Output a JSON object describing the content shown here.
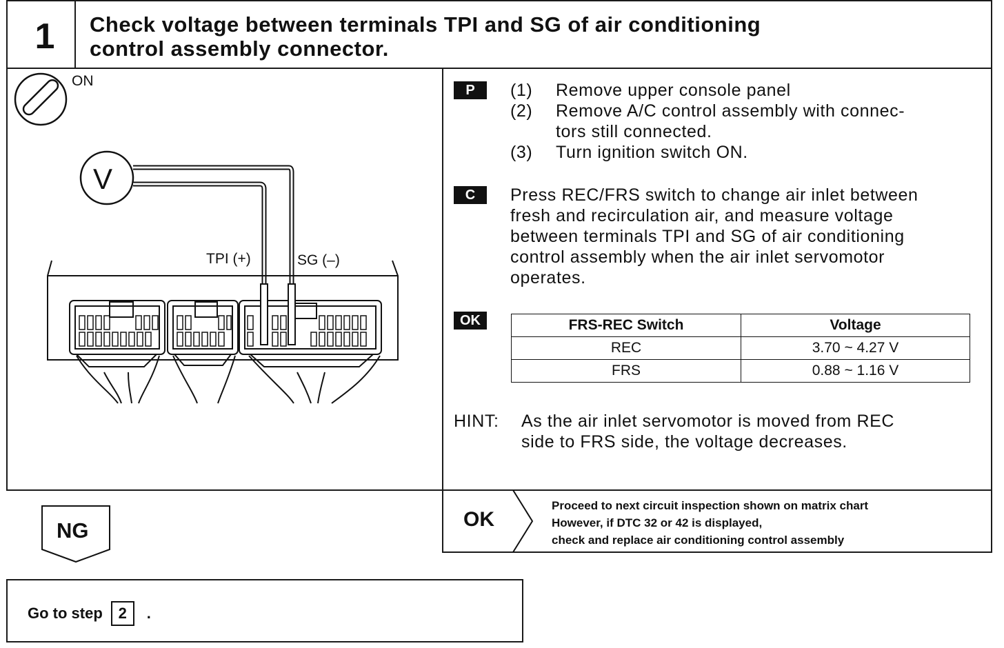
{
  "step": {
    "number": "1",
    "title_line1": "Check voltage between terminals TPI and SG of air conditioning",
    "title_line2": "control assembly connector."
  },
  "diagram": {
    "ignition_label": "ON",
    "meter_label": "V",
    "terminal_tpi": "TPI (+)",
    "terminal_sg": "SG (–)"
  },
  "prep": {
    "tag": "P",
    "steps": [
      {
        "num": "(1)",
        "text": "Remove upper console panel"
      },
      {
        "num": "(2)",
        "text": "Remove A/C control assembly with connec-"
      },
      {
        "num": "",
        "text": "tors still connected."
      },
      {
        "num": "(3)",
        "text": "Turn ignition switch ON."
      }
    ]
  },
  "check": {
    "tag": "C",
    "lines": [
      "Press REC/FRS switch to change air inlet between",
      "fresh and recirculation air, and measure voltage",
      "between terminals TPI and SG of air conditioning",
      "control assembly when the air inlet servomotor",
      "operates."
    ]
  },
  "ok_spec": {
    "tag": "OK",
    "headers": [
      "FRS-REC Switch",
      "Voltage"
    ],
    "rows": [
      [
        "REC",
        "3.70 ~ 4.27 V"
      ],
      [
        "FRS",
        "0.88 ~ 1.16 V"
      ]
    ]
  },
  "hint": {
    "label": "HINT:",
    "line1": "As the air inlet servomotor is moved from REC",
    "line2": "side to FRS side, the voltage decreases."
  },
  "ok_result": {
    "label": "OK",
    "line1": "Proceed to next circuit inspection shown on matrix chart",
    "line2": "However, if DTC 32  or 42 is displayed,",
    "line3": "check and replace air conditioning control assembly"
  },
  "ng_result": {
    "label": "NG",
    "goto_text": "Go to step",
    "goto_step": "2",
    "goto_end": "."
  }
}
